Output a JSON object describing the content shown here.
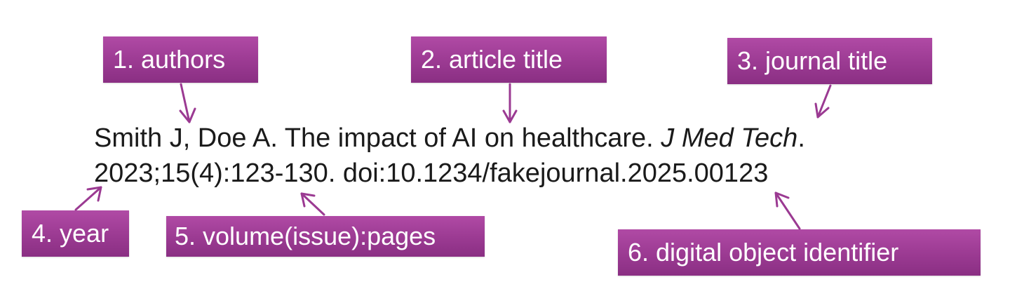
{
  "labels": {
    "authors": "1. authors",
    "article_title": "2. article title",
    "journal_title": "3. journal title",
    "year": "4. year",
    "volume_issue_pages": "5. volume(issue):pages",
    "doi": "6. digital object identifier"
  },
  "citation": {
    "line1_authors_title": "Smith J, Doe A. The impact of AI on healthcare. ",
    "line1_journal": "J Med Tech",
    "line1_end": ".",
    "line2": "2023;15(4):123-130. doi:10.1234/fakejournal.2025.00123"
  },
  "colors": {
    "label_background": "#9b3a92",
    "label_text": "#ffffff",
    "arrow": "#9b3a92",
    "citation_text": "#1a1a1a"
  }
}
